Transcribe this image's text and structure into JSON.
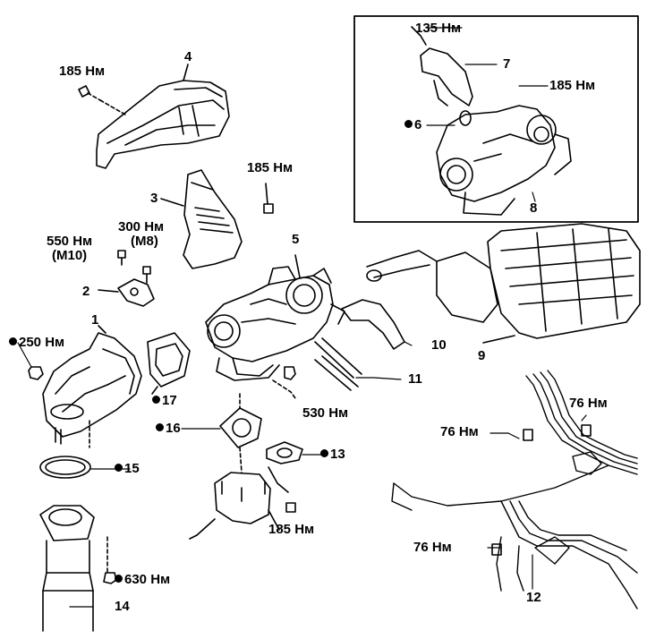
{
  "parts": {
    "p1": "1",
    "p2": "2",
    "p3": "3",
    "p4": "4",
    "p5": "5",
    "p6": "6",
    "p7": "7",
    "p8": "8",
    "p9": "9",
    "p10": "10",
    "p11": "11",
    "p12": "12",
    "p13": "13",
    "p14": "14",
    "p15": "15",
    "p16": "16",
    "p17": "17"
  },
  "torques": {
    "t135": "135 Нм",
    "t185_inset": "185 Нм",
    "t185_top": "185 Нм",
    "t185_mid": "185 Нм",
    "t550": "550 Нм",
    "t550_note": "(M10)",
    "t300": "300 Нм",
    "t300_note": "(M8)",
    "t250": "250 Нм",
    "t530": "530 Нм",
    "t185_bottom": "185 Нм",
    "t630": "630 Нм",
    "t76_a": "76 Нм",
    "t76_b": "76 Нм",
    "t76_c": "76 Нм"
  }
}
